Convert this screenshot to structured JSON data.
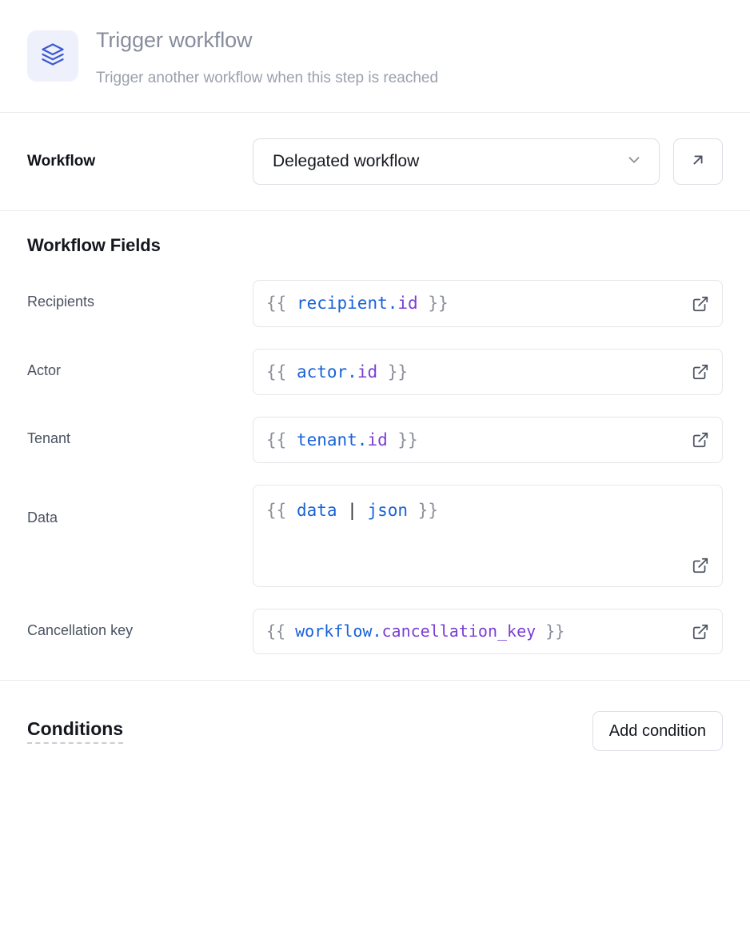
{
  "header": {
    "icon": "layers-icon",
    "title": "Trigger workflow",
    "subtitle": "Trigger another workflow when this step is reached",
    "icon_color": "#3d5bd0",
    "icon_bg": "#eef1fb"
  },
  "workflow": {
    "label": "Workflow",
    "selected": "Delegated workflow",
    "dropdown_icon": "chevron-down-icon",
    "open_icon": "arrow-up-right-icon"
  },
  "fields_section": {
    "heading": "Workflow Fields",
    "expand_icon": "external-link-icon",
    "fields": [
      {
        "label": "Recipients",
        "multiline": false,
        "tokens": [
          {
            "text": "{{ ",
            "kind": "brace"
          },
          {
            "text": "recipient",
            "kind": "obj"
          },
          {
            "text": ".",
            "kind": "obj"
          },
          {
            "text": "id",
            "kind": "prop"
          },
          {
            "text": " }}",
            "kind": "brace"
          }
        ],
        "value": "{{ recipient.id }}"
      },
      {
        "label": "Actor",
        "multiline": false,
        "tokens": [
          {
            "text": "{{ ",
            "kind": "brace"
          },
          {
            "text": "actor",
            "kind": "obj"
          },
          {
            "text": ".",
            "kind": "obj"
          },
          {
            "text": "id",
            "kind": "prop"
          },
          {
            "text": " }}",
            "kind": "brace"
          }
        ],
        "value": "{{ actor.id }}"
      },
      {
        "label": "Tenant",
        "multiline": false,
        "tokens": [
          {
            "text": "{{ ",
            "kind": "brace"
          },
          {
            "text": "tenant",
            "kind": "obj"
          },
          {
            "text": ".",
            "kind": "obj"
          },
          {
            "text": "id",
            "kind": "prop"
          },
          {
            "text": " }}",
            "kind": "brace"
          }
        ],
        "value": "{{ tenant.id }}"
      },
      {
        "label": "Data",
        "multiline": true,
        "tokens": [
          {
            "text": "{{ ",
            "kind": "brace"
          },
          {
            "text": "data",
            "kind": "obj"
          },
          {
            "text": " | ",
            "kind": "pipe"
          },
          {
            "text": "json",
            "kind": "obj"
          },
          {
            "text": " }}",
            "kind": "brace"
          }
        ],
        "value": "{{ data | json }}"
      },
      {
        "label": "Cancellation key",
        "multiline": false,
        "small": true,
        "tokens": [
          {
            "text": "{{ ",
            "kind": "brace"
          },
          {
            "text": "workflow",
            "kind": "obj"
          },
          {
            "text": ".",
            "kind": "obj"
          },
          {
            "text": "cancellation_key",
            "kind": "prop"
          },
          {
            "text": " }}",
            "kind": "brace"
          }
        ],
        "value": "{{ workflow.cancellation_key }}"
      }
    ]
  },
  "conditions": {
    "title": "Conditions",
    "add_button": "Add condition"
  },
  "colors": {
    "accent": "#3d5bd0",
    "token_object": "#1a62d8",
    "token_property": "#7b3fd4",
    "token_brace": "#8b8f99",
    "border": "#dcdfe6",
    "divider": "#e8eaef"
  }
}
